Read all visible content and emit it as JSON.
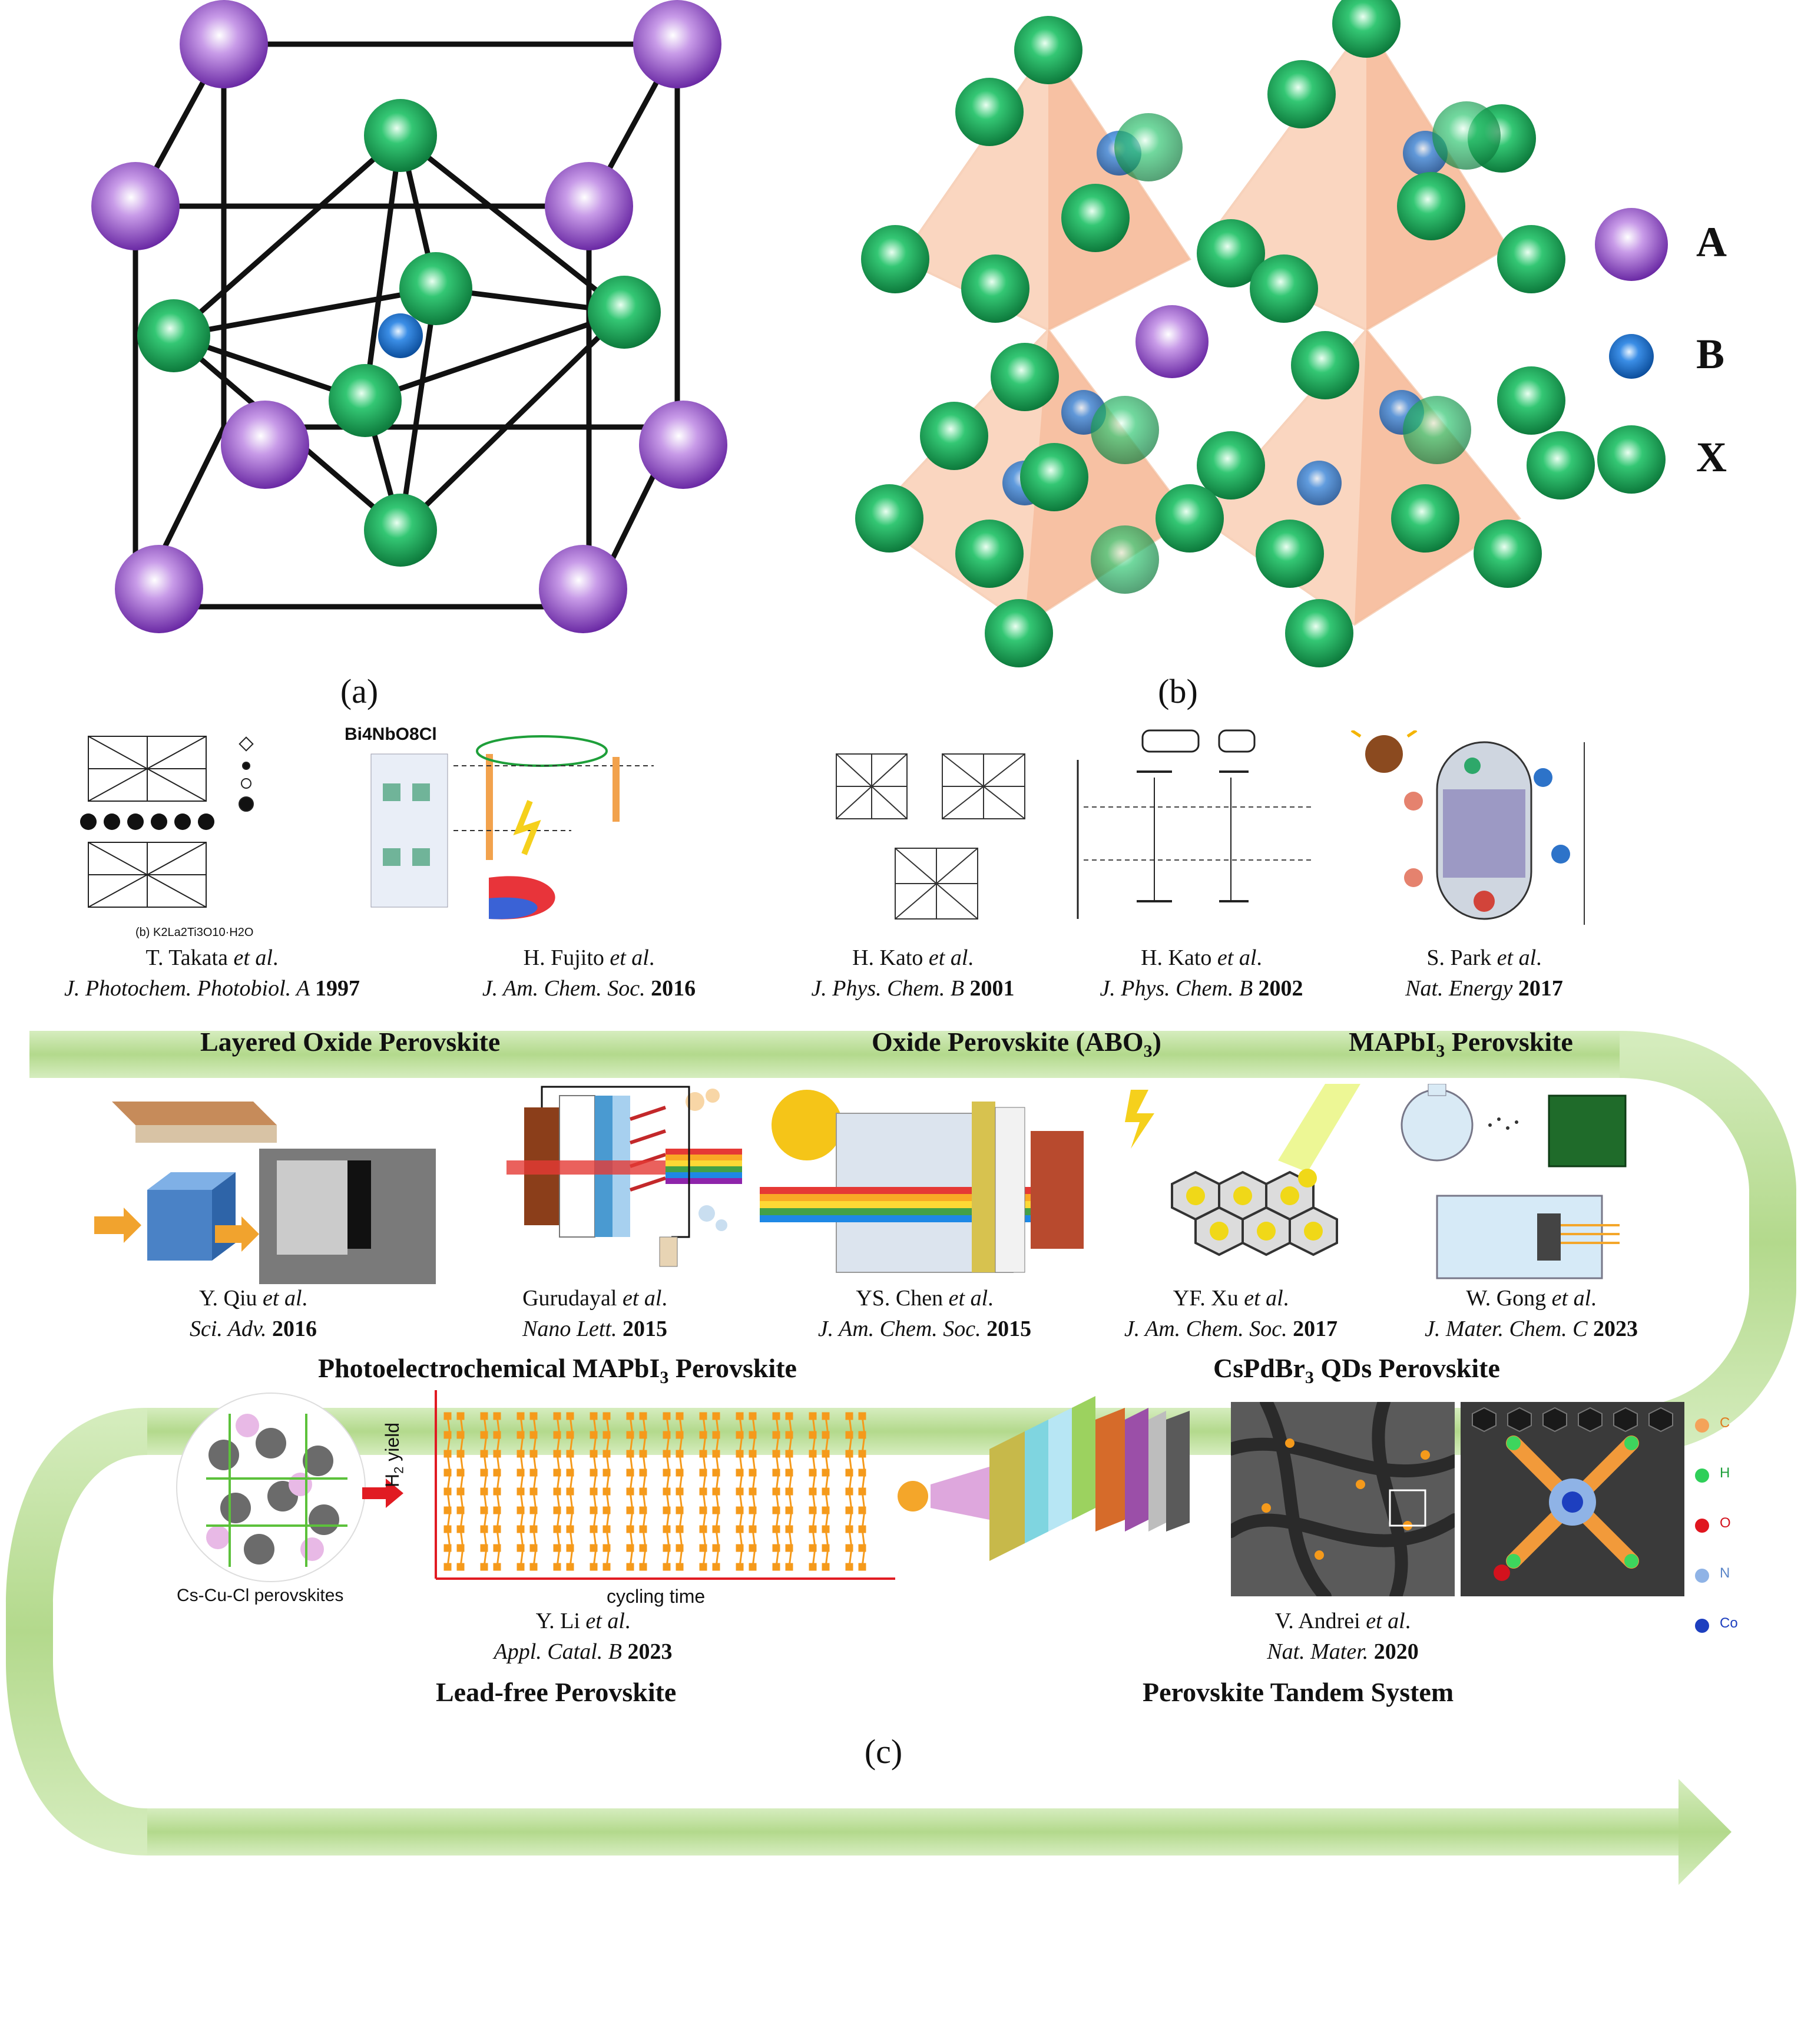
{
  "panels": {
    "a": "(a)",
    "b": "(b)",
    "c": "(c)"
  },
  "legend": [
    {
      "key": "A",
      "color": "#8a3fc4"
    },
    {
      "key": "B",
      "color": "#1f6fcf"
    },
    {
      "key": "X",
      "color": "#1ea35a"
    }
  ],
  "row1": [
    {
      "inset": "(b) K2La2Ti3O10·H2O",
      "author": "T. Takata ",
      "etal": "et al",
      "journal": "J. Photochem. Photobiol. A ",
      "year": "1997"
    },
    {
      "inset": "Bi4NbO8Cl",
      "author": "H.  Fujito ",
      "etal": "et al",
      "journal": "J. Am. Chem. Soc. ",
      "year": "2016"
    },
    {
      "author": "H. Kato ",
      "etal": "et al",
      "journal": "J. Phys. Chem. B ",
      "year": "2001"
    },
    {
      "author": "H. Kato ",
      "etal": "et al",
      "journal": "J. Phys. Chem. B ",
      "year": "2002"
    },
    {
      "author": "S. Park ",
      "etal": "et al",
      "journal": "Nat. Energy ",
      "year": "2017"
    }
  ],
  "band1": {
    "left": "Layered Oxide Perovskite",
    "mid": "Oxide Perovskite (ABO",
    "mid_sub": "3",
    "mid_end": ")",
    "right": "MAPbI",
    "right_sub": "3",
    "right_end": " Perovskite"
  },
  "row2": [
    {
      "author": "Y. Qiu ",
      "etal": "et al",
      "journal": "Sci. Adv. ",
      "year": "2016"
    },
    {
      "author": "Gurudayal ",
      "etal": "et al",
      "journal": "Nano Lett",
      "year": "2015"
    },
    {
      "author": "YS. Chen ",
      "etal": "et al",
      "journal": "J. Am. Chem. Soc. ",
      "year": "2015"
    },
    {
      "author": "YF. Xu ",
      "etal": "et al",
      "journal": "J. Am. Chem. Soc. ",
      "year": "2017"
    },
    {
      "author": "W. Gong ",
      "etal": "et al",
      "journal": "J. Mater. Chem. C ",
      "year": "2023"
    }
  ],
  "band2": {
    "left": "Photoelectrochemical MAPbI",
    "left_sub": "3",
    "left_end": " Perovskite",
    "right": "CsPdBr",
    "right_sub": "3",
    "right_end": " QDs Perovskite"
  },
  "row3": [
    {
      "inset": "Cs-Cu-Cl perovskites",
      "ylabel": "H",
      "ylabel_sub": "2",
      "ylabel_end": " yield",
      "xlabel": "cycling time",
      "author": "Y. Li ",
      "etal": "et al",
      "journal": "Appl. Catal. B ",
      "year": "2023"
    },
    {
      "author": "V. Andrei ",
      "etal": "et al",
      "journal": "Nat. Mater",
      "year": "2020",
      "atoms": [
        "C",
        "H",
        "O",
        "N",
        "Co"
      ]
    }
  ],
  "band3": {
    "left": "Lead-free Perovskite",
    "right": "Perovskite Tandem System"
  },
  "colors": {
    "A": "#8a3fc4",
    "B": "#1f6fcf",
    "X": "#1ea35a",
    "band": "#b9dc95",
    "octahedron": "#f6b48c"
  }
}
